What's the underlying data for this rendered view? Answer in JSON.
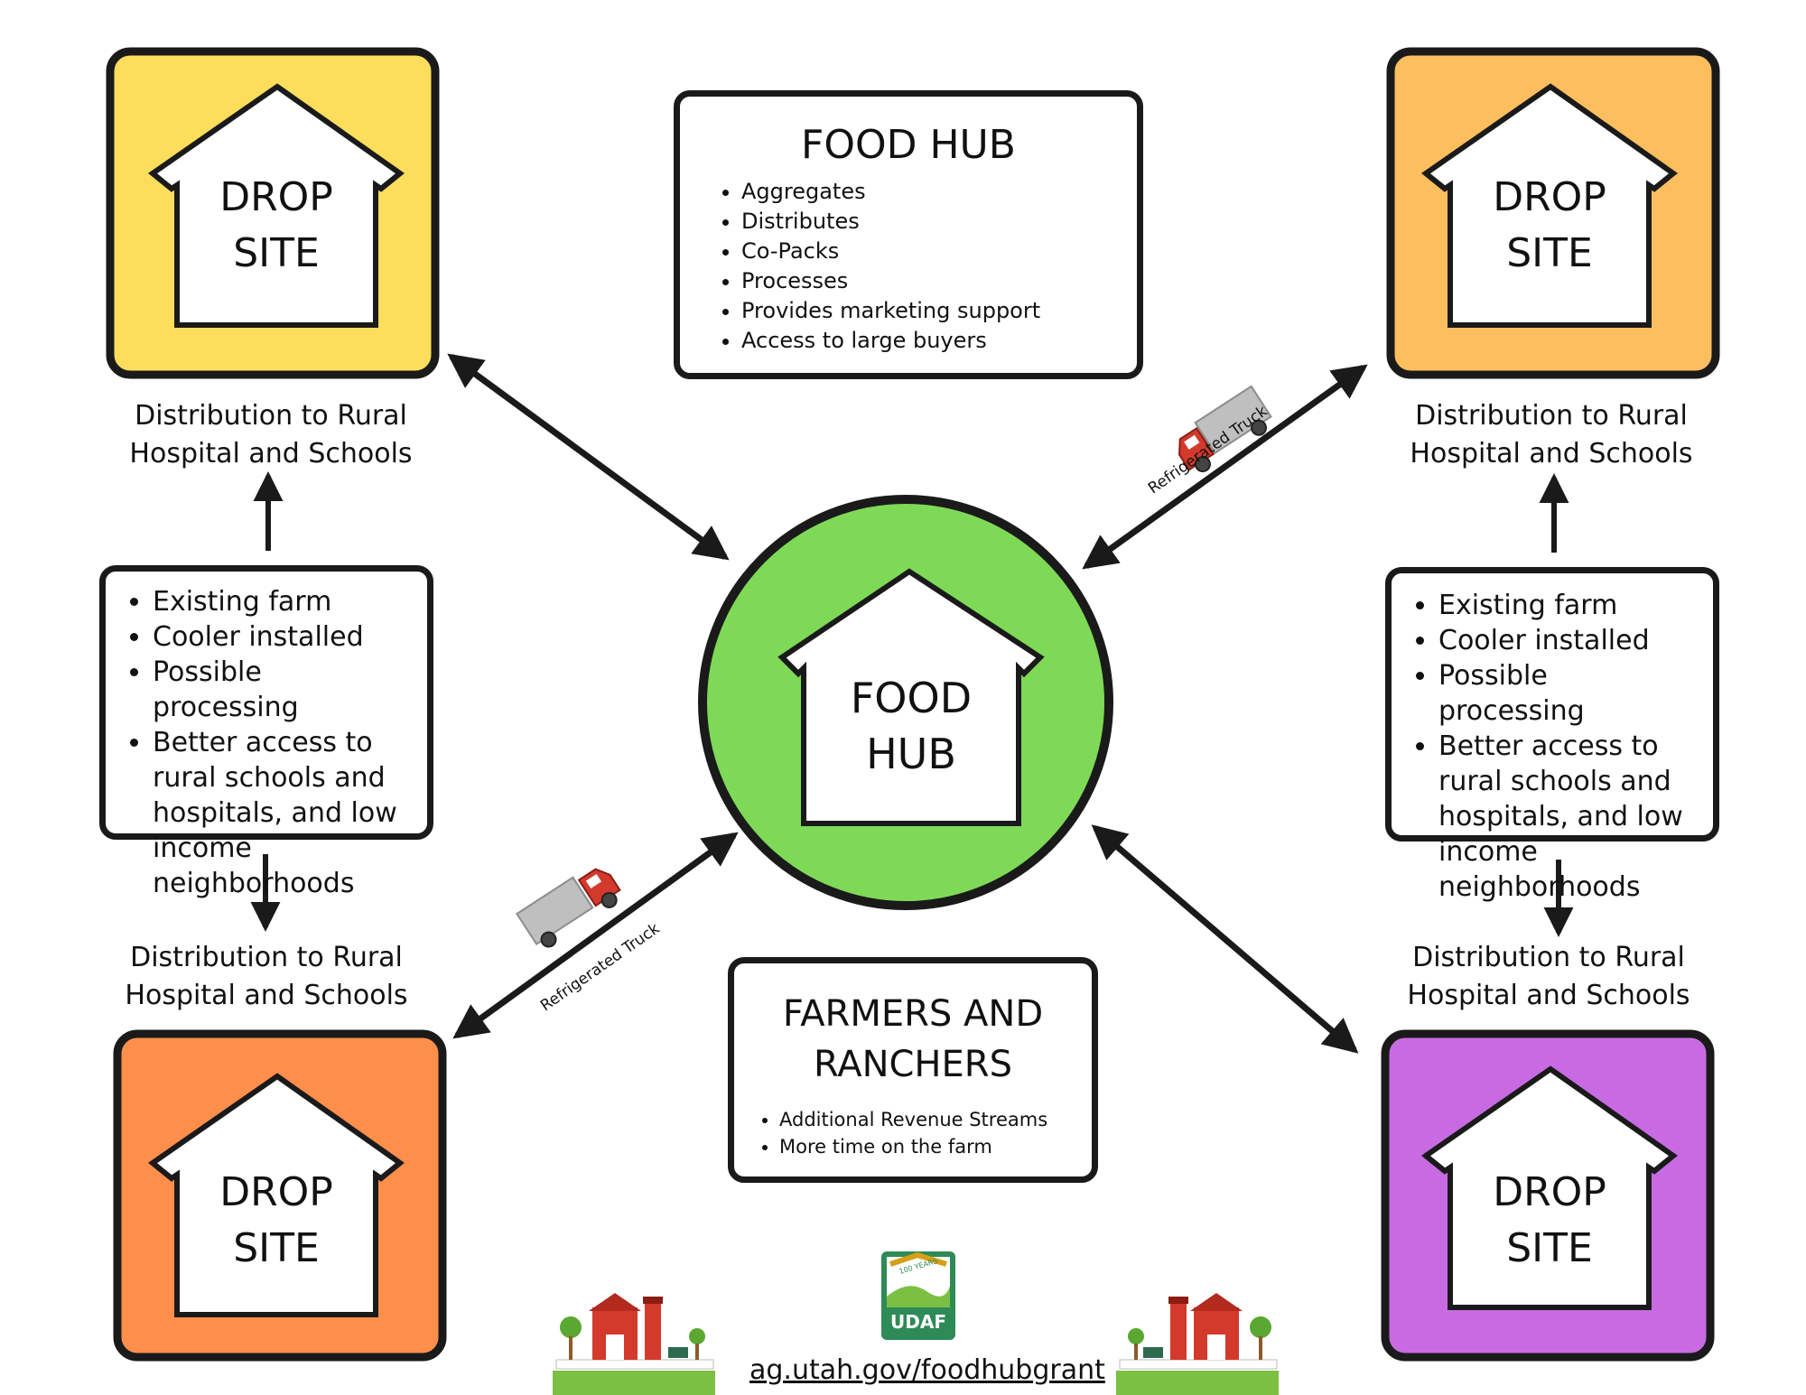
{
  "drop_sites": [
    {
      "line1": "DROP",
      "line2": "SITE",
      "color": "#FDDD5C"
    },
    {
      "line1": "DROP",
      "line2": "SITE",
      "color": "#FDBF5E"
    },
    {
      "line1": "DROP",
      "line2": "SITE",
      "color": "#FF8F4B"
    },
    {
      "line1": "DROP",
      "line2": "SITE",
      "color": "#C86BE3"
    }
  ],
  "distribution_labels": [
    {
      "line1": "Distribution to Rural",
      "line2": "Hospital and Schools"
    },
    {
      "line1": "Distribution to Rural",
      "line2": "Hospital and Schools"
    },
    {
      "line1": "Distribution to Rural",
      "line2": "Hospital and Schools"
    },
    {
      "line1": "Distribution to Rural",
      "line2": "Hospital and Schools"
    }
  ],
  "food_hub_box": {
    "title": "FOOD HUB",
    "items": [
      "Aggregates",
      "Distributes",
      "Co-Packs",
      "Processes",
      "Provides marketing support",
      "Access to large buyers"
    ]
  },
  "center_hub": {
    "line1": "FOOD",
    "line2": "HUB",
    "color": "#7ED957"
  },
  "farm_info_left": {
    "items": [
      "Existing farm",
      "Cooler installed",
      "Possible processing",
      "Better access to rural schools and hospitals, and low income neighborhoods"
    ]
  },
  "farm_info_right": {
    "items": [
      "Existing farm",
      "Cooler installed",
      "Possible processing",
      "Better access to rural schools and hospitals, and low income neighborhoods"
    ]
  },
  "farmers_box": {
    "title_line1": "FARMERS AND",
    "title_line2": "RANCHERS",
    "items": [
      "Additional Revenue Streams",
      "More time on the farm"
    ]
  },
  "truck_labels": [
    "Refrigerated Truck",
    "Refrigerated Truck"
  ],
  "footer": {
    "logo_text": "UDAF",
    "logo_ribbon": "100 YEARS",
    "url": "ag.utah.gov/foodhubgrant"
  },
  "colors": {
    "stroke": "#1a1a1a",
    "logo_green": "#2E8B57",
    "barn_red": "#D33A2C"
  }
}
